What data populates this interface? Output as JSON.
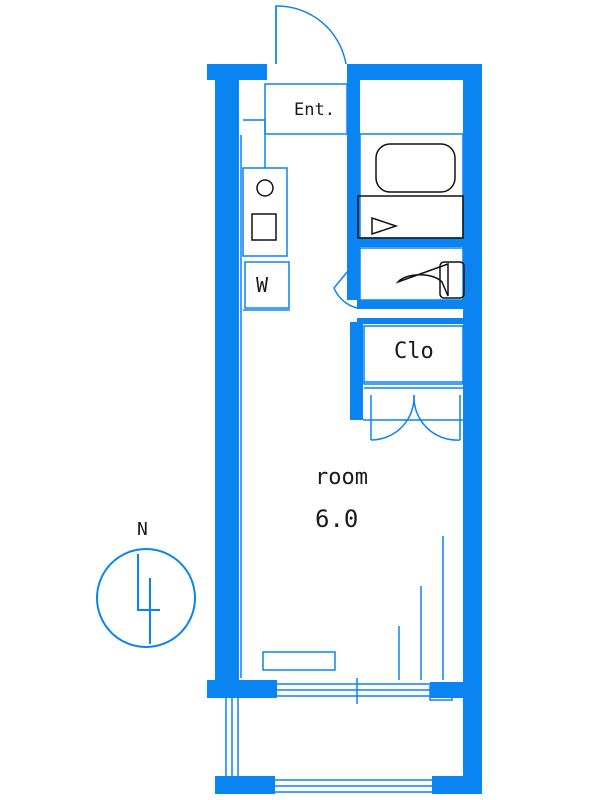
{
  "labels": {
    "entrance": "Ent.",
    "washer": "W",
    "closet": "Clo",
    "room": "room",
    "room_size": "6.0",
    "north": "N"
  },
  "colors": {
    "wall": "#0a84f0",
    "line": "#0a84f0",
    "text": "#1a1a1a",
    "background": "#ffffff"
  },
  "icons": [
    "compass-north-arrow-icon",
    "toilet-icon",
    "bathtub-icon",
    "sink-icon",
    "stove-icon",
    "door-swing-icon"
  ]
}
